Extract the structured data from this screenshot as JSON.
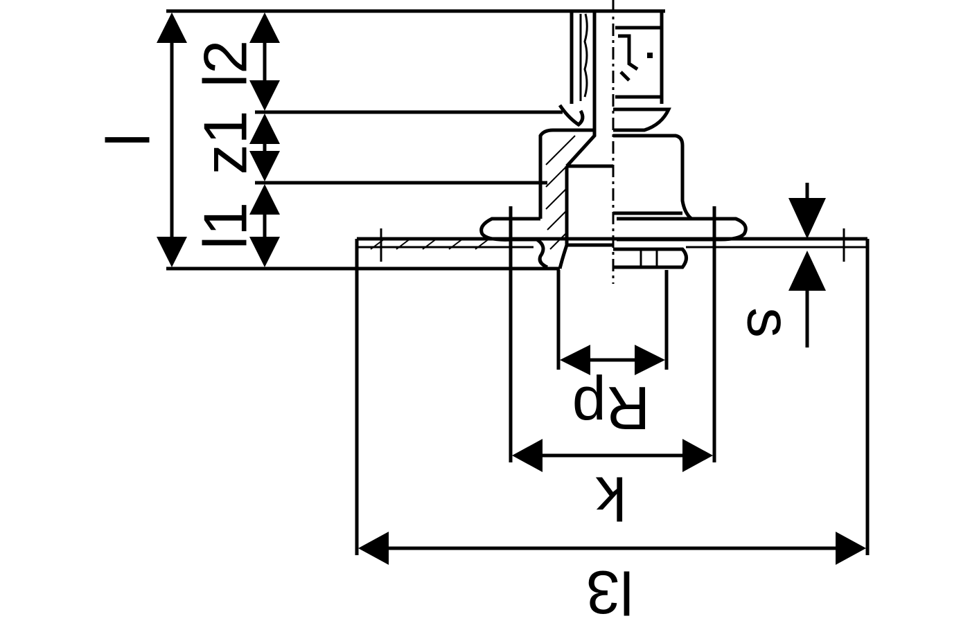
{
  "labels": {
    "l": "l",
    "l2": "l2",
    "z1": "z1",
    "l1": "l1",
    "s": "s",
    "rp": "Rp",
    "k": "k",
    "l3": "l3"
  }
}
